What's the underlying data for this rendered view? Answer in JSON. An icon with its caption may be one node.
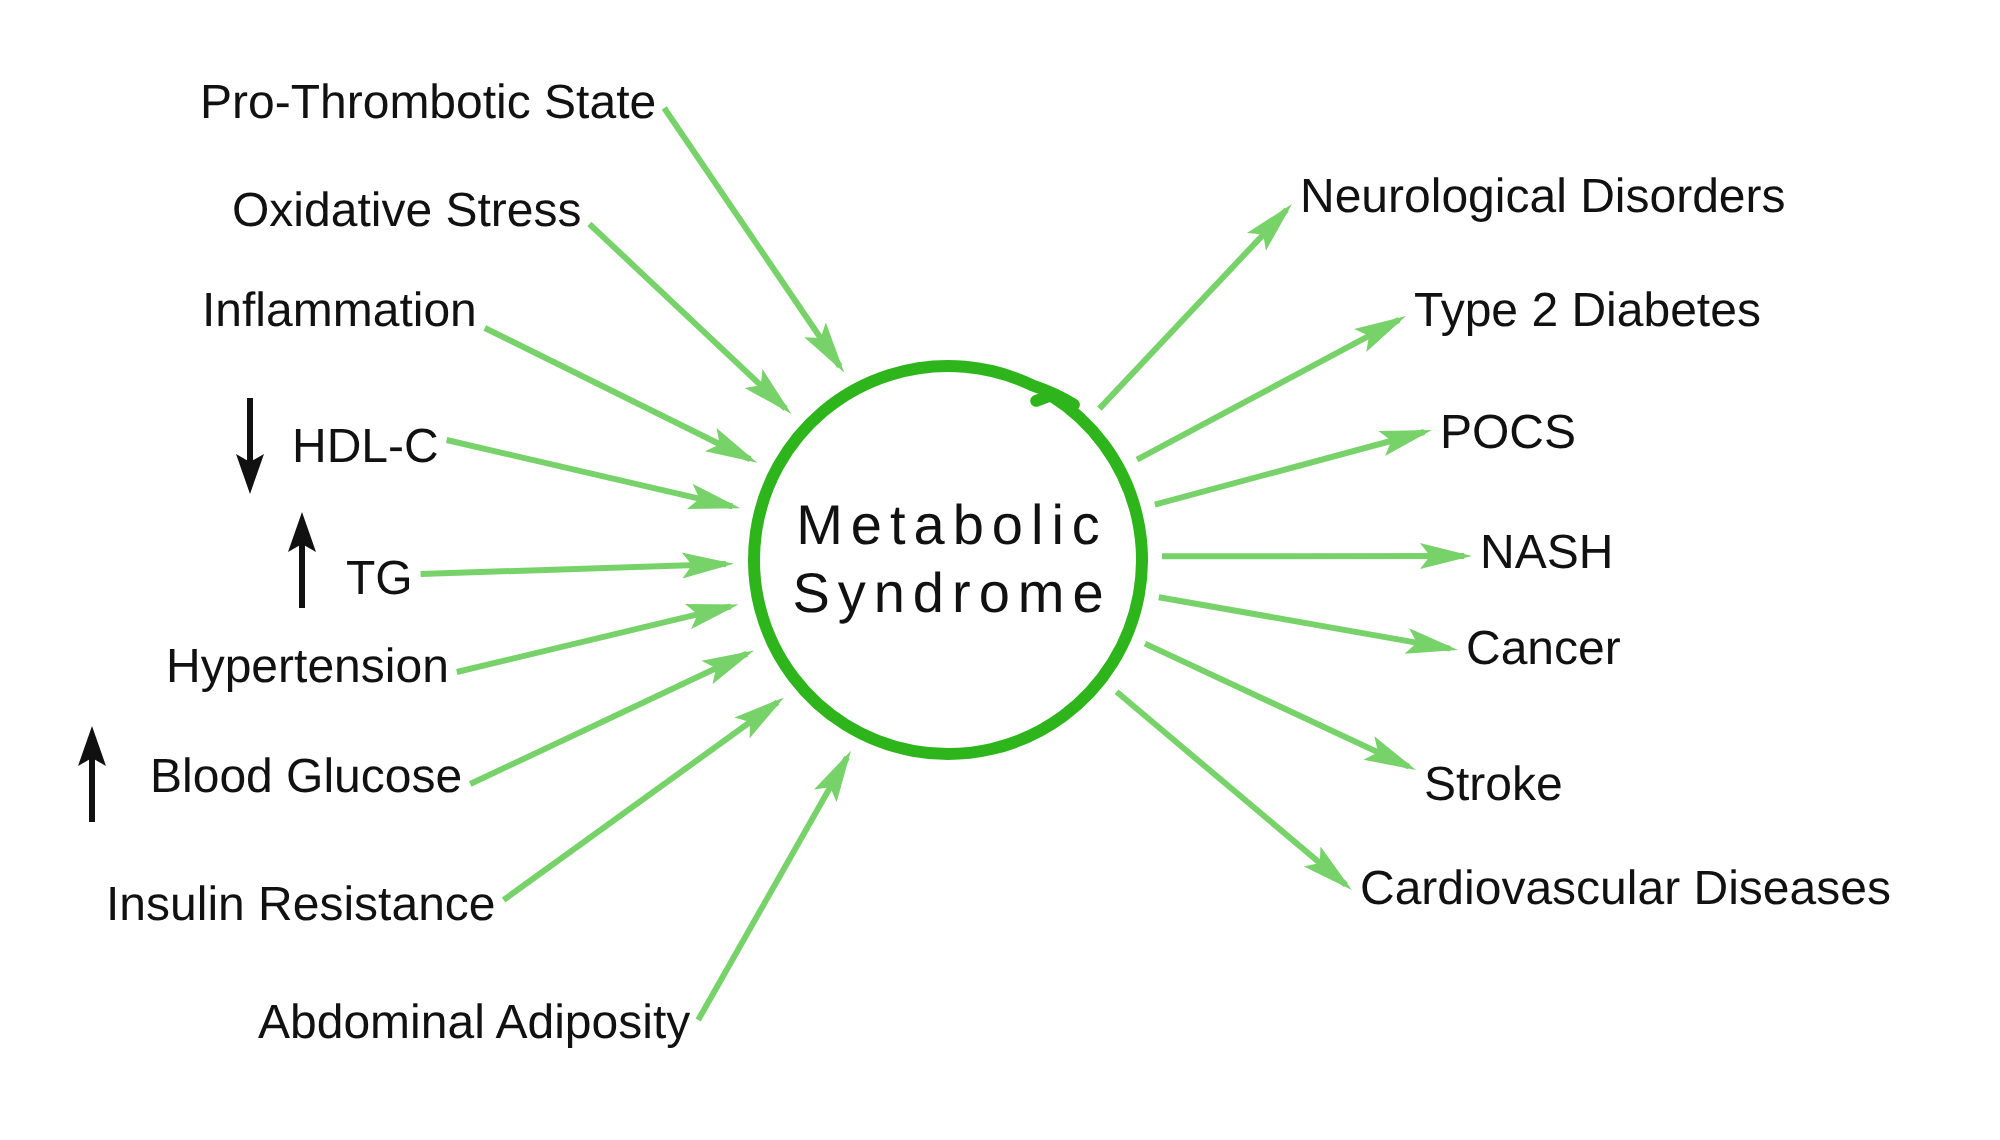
{
  "diagram": {
    "nodes": [
      {
        "text": [
          "Pro-Thrombotic State"
        ]
      },
      {
        "text": [
          "Oxidative Stress"
        ]
      },
      {
        "text": [
          "Inflammation"
        ]
      },
      {
        "text": [
          "HDL-C"
        ]
      },
      {
        "text": [
          "TG"
        ]
      },
      {
        "text": [
          "Hypertension"
        ]
      },
      {
        "text": [
          "Blood Glucose"
        ]
      },
      {
        "text": [
          "Insulin Resistance"
        ]
      },
      {
        "text": [
          "Abdominal Adiposity"
        ]
      },
      {
        "text": [
          "Metabolic Syndrome"
        ]
      },
      {
        "text": [
          "Neurological Disorders"
        ]
      },
      {
        "text": [
          "Type 2 Diabetes"
        ]
      },
      {
        "text": [
          "POCS"
        ]
      },
      {
        "text": [
          "NASH"
        ]
      },
      {
        "text": [
          "Cancer"
        ]
      },
      {
        "text": [
          "Stroke"
        ]
      },
      {
        "text": [
          "Cardiovascular Diseases"
        ]
      }
    ],
    "edges": [
      {
        "from": 0,
        "to": 9,
        "arrow": "to"
      },
      {
        "from": 1,
        "to": 9,
        "arrow": "to"
      },
      {
        "from": 2,
        "to": 9,
        "arrow": "to"
      },
      {
        "from": 3,
        "to": 9,
        "arrow": "to"
      },
      {
        "from": 4,
        "to": 9,
        "arrow": "to"
      },
      {
        "from": 5,
        "to": 9,
        "arrow": "to"
      },
      {
        "from": 6,
        "to": 9,
        "arrow": "to"
      },
      {
        "from": 7,
        "to": 9,
        "arrow": "to"
      },
      {
        "from": 8,
        "to": 9,
        "arrow": "to"
      },
      {
        "from": 9,
        "to": 10,
        "arrow": "to"
      },
      {
        "from": 9,
        "to": 11,
        "arrow": "to"
      },
      {
        "from": 9,
        "to": 12,
        "arrow": "to"
      },
      {
        "from": 9,
        "to": 13,
        "arrow": "to"
      },
      {
        "from": 9,
        "to": 14,
        "arrow": "to"
      },
      {
        "from": 9,
        "to": 15,
        "arrow": "to"
      },
      {
        "from": 9,
        "to": 16,
        "arrow": "to"
      }
    ]
  }
}
